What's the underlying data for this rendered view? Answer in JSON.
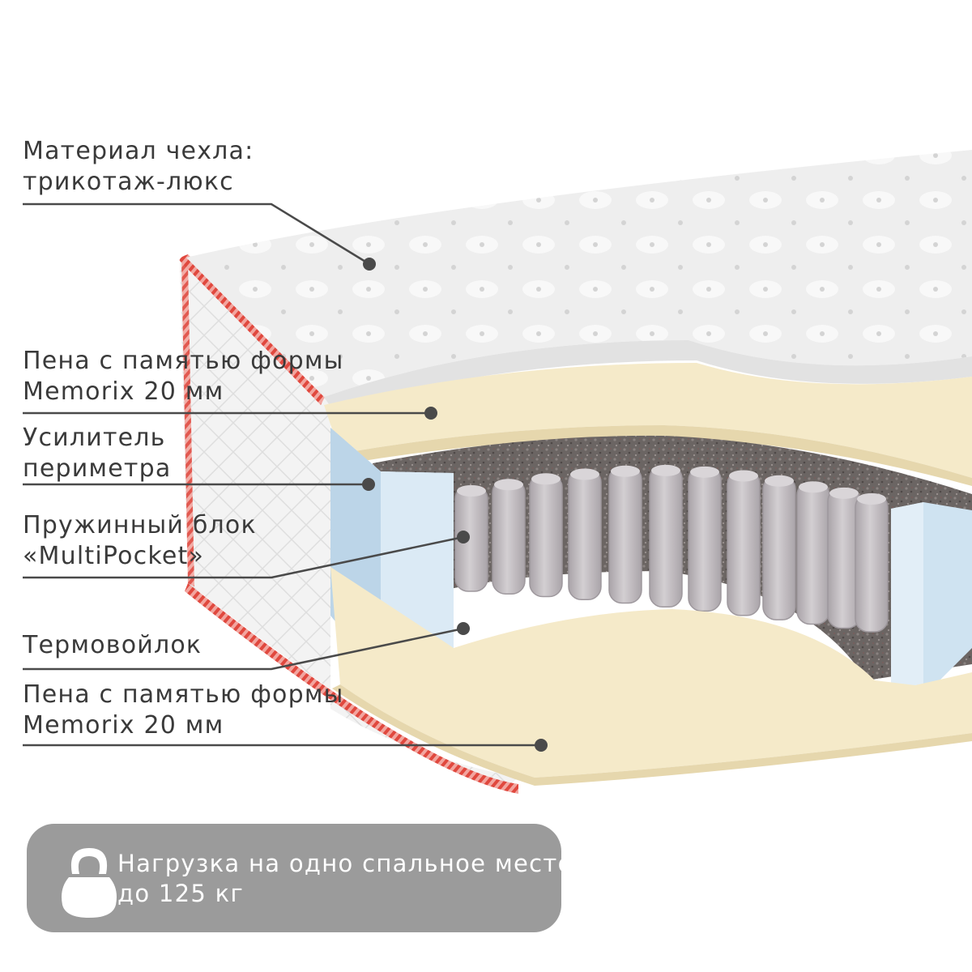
{
  "layers": [
    {
      "id": "cover",
      "lines": [
        "Материал чехла:",
        "трикотаж-люкс"
      ]
    },
    {
      "id": "memory-top",
      "lines": [
        "Пена с памятью формы",
        "Memorix 20 мм"
      ]
    },
    {
      "id": "perimeter",
      "lines": [
        "Усилитель",
        "периметра"
      ]
    },
    {
      "id": "spring-block",
      "lines": [
        "Пружинный блок",
        "«MultiPocket»"
      ]
    },
    {
      "id": "thermofelt",
      "lines": [
        "Термовойлок"
      ]
    },
    {
      "id": "memory-bottom",
      "lines": [
        "Пена с памятью формы",
        "Memorix 20 мм"
      ]
    }
  ],
  "load_badge": {
    "icon": "kettlebell-icon",
    "lines": [
      "Нагрузка на одно спальное место:",
      "до 125 кг"
    ]
  },
  "colors": {
    "label_text": "#3a3a3a",
    "leader_line": "#4a4a4a",
    "badge_bg": "#9b9b9b",
    "badge_text": "#ffffff",
    "cover": "#eeeeee",
    "memory_foam": "#f5eac9",
    "perimeter_foam": "#cfe3f1",
    "springs": "#bcb6bb",
    "thermofelt": "#6b6563",
    "trim": "#e0483e"
  }
}
